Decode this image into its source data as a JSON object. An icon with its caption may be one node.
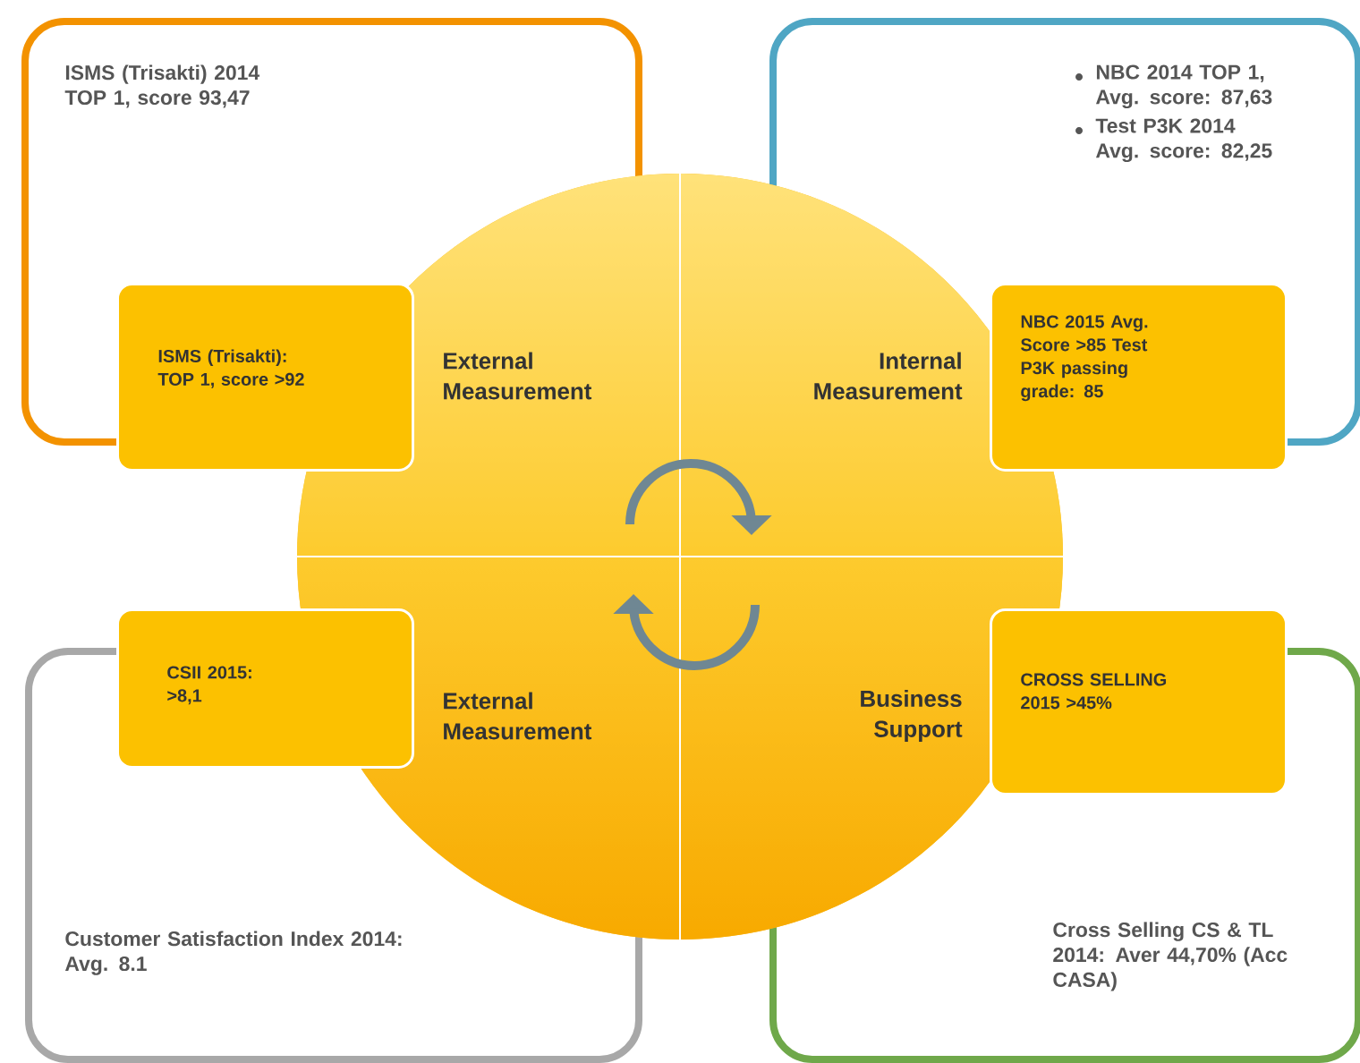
{
  "diagram": {
    "nodes": [
      {
        "text": [
          "ISMS (Trisakti) 2014 TOP 1, score 93,47"
        ]
      },
      {
        "text": [
          "NBC 2014 TOP 1, Avg. score: 87,63",
          "Test P3K 2014 Avg. score: 82,25"
        ]
      },
      {
        "text": [],
        "shape": "circle"
      },
      {
        "text": [
          "External Measurement"
        ]
      },
      {
        "text": [
          "Internal Measurement"
        ]
      },
      {
        "text": [
          "External Measurement"
        ]
      },
      {
        "text": [
          "Business Support"
        ]
      },
      {
        "text": [
          "ISMS (Trisakti): TOP 1, score >92"
        ]
      },
      {
        "text": [
          "NBC 2015 Avg. Score >85 Test P3K passing grade: 85"
        ]
      },
      {
        "text": [
          "CSII 2015: >8,1"
        ]
      },
      {
        "text": [
          "CROSS SELLING 2015 >45%"
        ]
      },
      {
        "text": [
          "Customer Satisfaction Index 2014: Avg. 8.1"
        ]
      },
      {
        "text": [
          "Cross Selling CS & TL 2014: Aver 44,70% (Acc CASA)"
        ]
      }
    ]
  }
}
